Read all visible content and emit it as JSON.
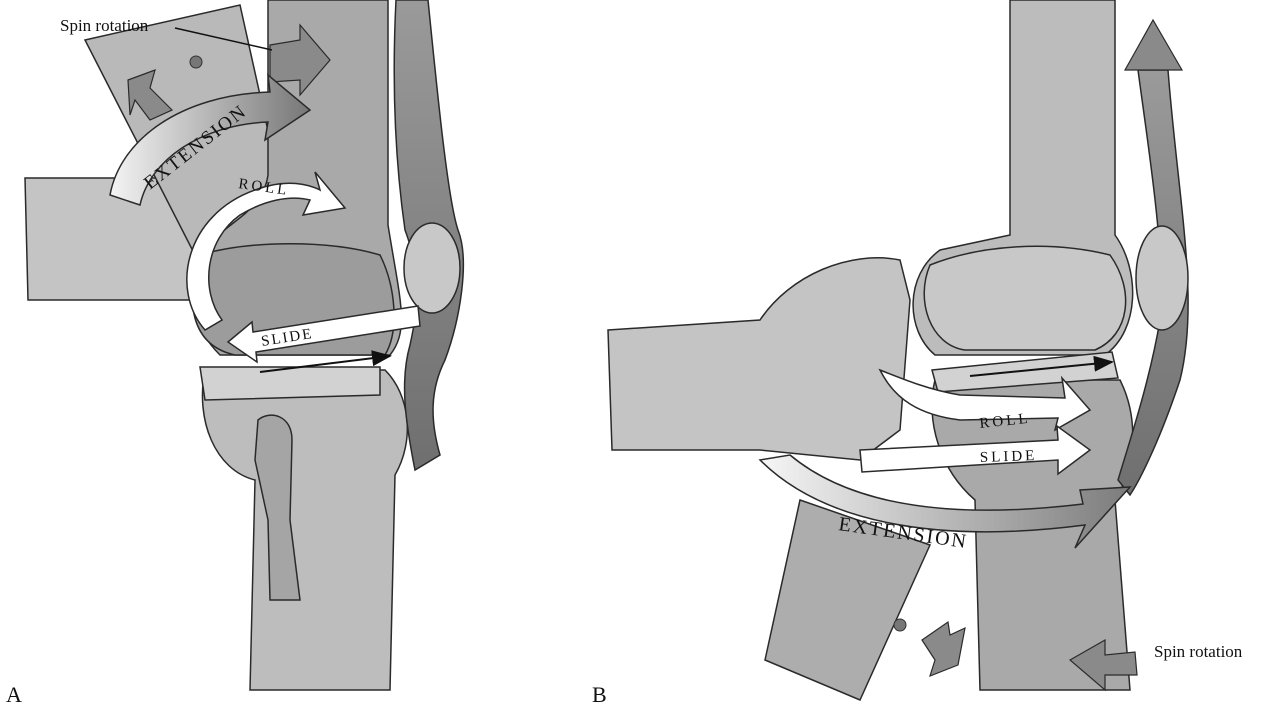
{
  "panels": {
    "a": {
      "letter": "A",
      "spin_label": "Spin rotation",
      "extension_label": "EXTENSION",
      "roll_label": "ROLL",
      "slide_label": "SLIDE"
    },
    "b": {
      "letter": "B",
      "spin_label": "Spin rotation",
      "extension_label": "EXTENSION",
      "roll_label": "ROLL",
      "slide_label": "SLIDE"
    }
  },
  "colors": {
    "bone_light": "#c4c4c4",
    "bone_mid": "#a9a9a9",
    "bone_dark": "#8c8c8c",
    "outline": "#2a2a2a",
    "tendon": "#7a7a7a",
    "arrow_white": "#ffffff",
    "arrow_grey": "#8a8a8a"
  },
  "icons": [
    "spin-rotation-arrow-icon",
    "motion-arrow-icon"
  ]
}
